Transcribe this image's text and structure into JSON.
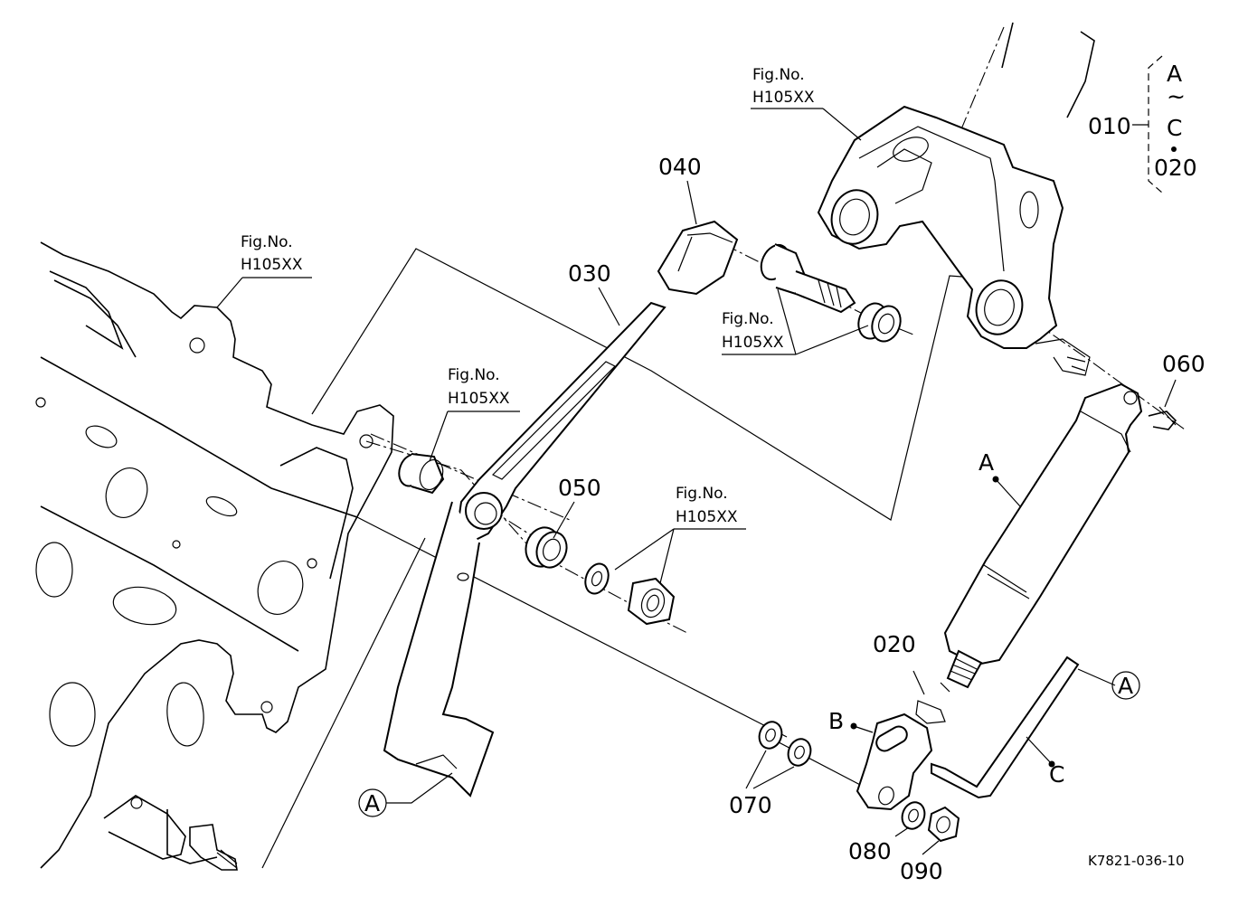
{
  "callouts": {
    "p010": "010",
    "p020a": "020",
    "p020b": "020",
    "p030": "030",
    "p040": "040",
    "p050": "050",
    "p060": "060",
    "p070": "070",
    "p080": "080",
    "p090": "090"
  },
  "refs": {
    "fig_label": "Fig.No.",
    "fig_code": "H105XX"
  },
  "markers": {
    "A": "A",
    "B": "B",
    "C": "C",
    "tilde": "~"
  },
  "drawing_code": "K7821-036-10"
}
